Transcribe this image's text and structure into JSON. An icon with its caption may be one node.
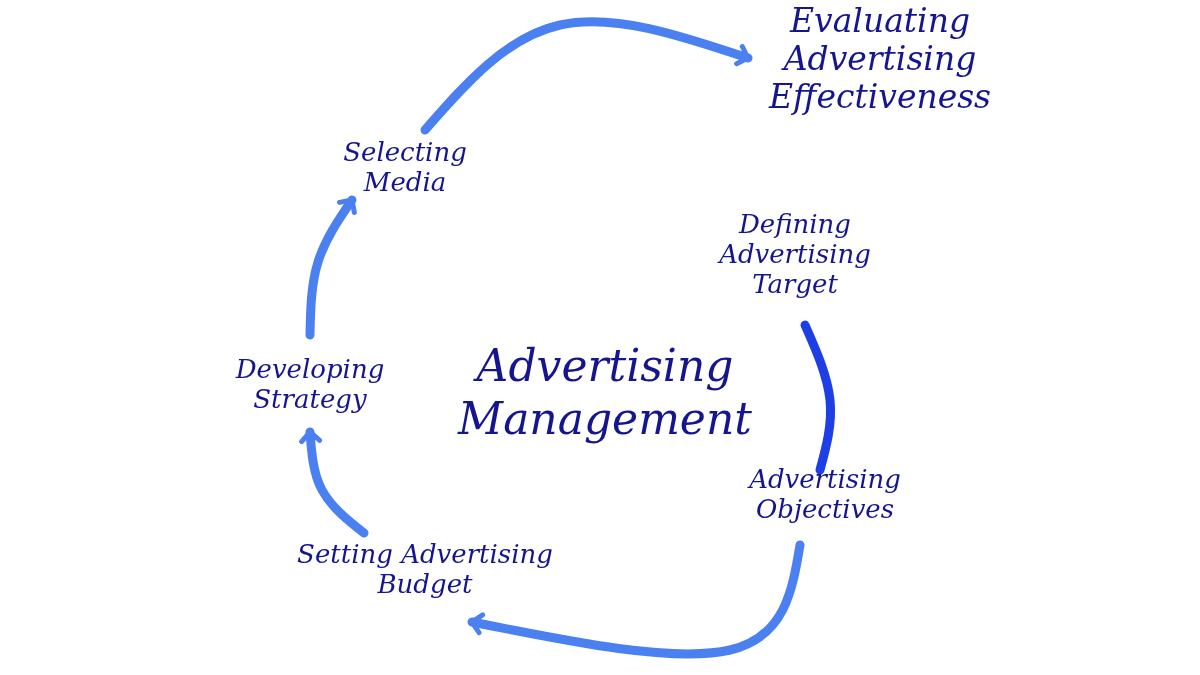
{
  "diagram": {
    "title": "Advertising Management",
    "nodes": [
      {
        "text": [
          "Defining Advertising Target"
        ]
      },
      {
        "text": [
          "Advertising Objectives"
        ]
      },
      {
        "text": [
          "Setting Advertising Budget"
        ]
      },
      {
        "text": [
          "Developing Strategy"
        ]
      },
      {
        "text": [
          "Selecting Media"
        ]
      },
      {
        "text": [
          "Evaluating Advertising Effectiveness"
        ]
      }
    ],
    "edges": [
      {
        "from": 0,
        "to": 1,
        "arrow": "none",
        "color": "#1f3fe6"
      },
      {
        "from": 1,
        "to": 2,
        "arrow": "to"
      },
      {
        "from": 2,
        "to": 3,
        "arrow": "to"
      },
      {
        "from": 3,
        "to": 4,
        "arrow": "to"
      },
      {
        "from": 4,
        "to": 5,
        "arrow": "to"
      }
    ]
  }
}
